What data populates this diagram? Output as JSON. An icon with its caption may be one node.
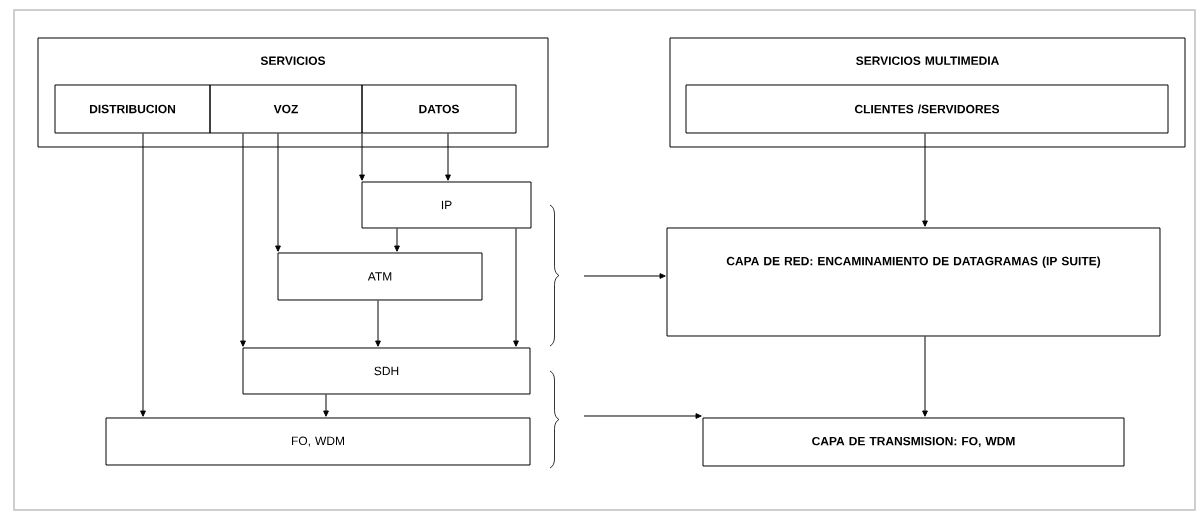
{
  "diagram": {
    "nodes": [
      {
        "text": [
          "SERVICIOS"
        ]
      },
      {
        "text": [
          "DISTRIBUCION"
        ],
        "in": 0
      },
      {
        "text": [
          "VOZ"
        ],
        "in": 0
      },
      {
        "text": [
          "DATOS"
        ],
        "in": 0
      },
      {
        "text": [
          "IP"
        ]
      },
      {
        "text": [
          "ATM"
        ]
      },
      {
        "text": [
          "SDH"
        ]
      },
      {
        "text": [
          "FO, WDM"
        ]
      },
      {
        "text": [
          "SERVICIOS MULTIMEDIA"
        ]
      },
      {
        "text": [
          "CLIENTES /SERVIDORES"
        ],
        "in": 8
      },
      {
        "text": [
          "CAPA DE RED: ENCAMINAMIENTO DE DATAGRAMAS (IP SUITE)"
        ]
      },
      {
        "text": [
          "CAPA DE TRANSMISION: FO, WDM"
        ]
      }
    ],
    "edges": [
      {
        "from": 1,
        "to": 7,
        "arrow": "to"
      },
      {
        "from": 2,
        "to": 6,
        "arrow": "to"
      },
      {
        "from": 2,
        "to": 5,
        "arrow": "to"
      },
      {
        "from": 2,
        "to": 4,
        "arrow": "to"
      },
      {
        "from": 3,
        "to": 4,
        "arrow": "to"
      },
      {
        "from": 4,
        "to": 5,
        "arrow": "to"
      },
      {
        "from": 4,
        "to": 6,
        "arrow": "to"
      },
      {
        "from": 5,
        "to": 6,
        "arrow": "to"
      },
      {
        "from": 6,
        "to": 7,
        "arrow": "to"
      },
      {
        "from": 9,
        "to": 10,
        "arrow": "to"
      },
      {
        "from": 10,
        "to": 11,
        "arrow": "to"
      },
      {
        "from": null,
        "to": 10,
        "arrow": "to"
      },
      {
        "from": null,
        "to": 11,
        "arrow": "to"
      }
    ]
  }
}
